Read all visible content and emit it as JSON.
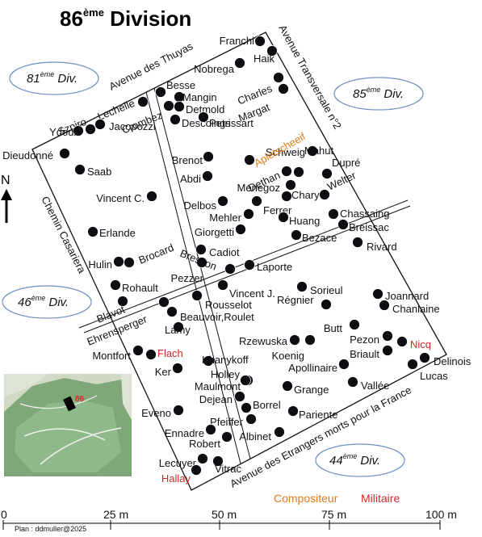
{
  "title": {
    "main": "86",
    "sup": "ème",
    "rest": " Division"
  },
  "neighbors": [
    {
      "id": "81",
      "num": "81",
      "sup": "ème",
      "word": " Div."
    },
    {
      "id": "85",
      "num": "85",
      "sup": "ème",
      "word": " Div."
    },
    {
      "id": "46",
      "num": "46",
      "sup": "ème",
      "word": " Div."
    },
    {
      "id": "44",
      "num": "44",
      "sup": "ème",
      "word": " Div."
    }
  ],
  "roads": {
    "thuyas": "Avenue des Thuyas",
    "transversale": "Avenue Transversale n°2",
    "casariera": "Chemin Casariera",
    "etrangers": "Avenue des Etrangers morts pour la France"
  },
  "north": "N",
  "inset_label": "86",
  "legend": {
    "compositeur": "Compositeur",
    "militaire": "Militaire"
  },
  "scale": {
    "ticks": [
      "0",
      "25 m",
      "50 m",
      "75 m",
      "100 m"
    ],
    "credit": "Plan : ddmuller@2025"
  },
  "colors": {
    "compositeur": "#e07b18",
    "militaire": "#d12a2a",
    "marker": "#0d0d12",
    "ellipse": "#6d90c4"
  },
  "graves": [
    {
      "name": "Franchi",
      "cat": "normal"
    },
    {
      "name": "Haik",
      "cat": "normal"
    },
    {
      "name": "Nobrega",
      "cat": "normal"
    },
    {
      "name": "Besse",
      "cat": "normal"
    },
    {
      "name": "Lechelle",
      "cat": "normal"
    },
    {
      "name": "Mangin",
      "cat": "normal"
    },
    {
      "name": "Charles",
      "cat": "normal"
    },
    {
      "name": "Margat",
      "cat": "normal"
    },
    {
      "name": "Crombez",
      "cat": "normal"
    },
    {
      "name": "Detmold",
      "cat": "normal"
    },
    {
      "name": "Szpiro",
      "cat": "normal"
    },
    {
      "name": "Jacopozzi",
      "cat": "normal"
    },
    {
      "name": "Descoings",
      "cat": "normal"
    },
    {
      "name": "Petrissart",
      "cat": "normal"
    },
    {
      "name": "Ydoux",
      "cat": "normal"
    },
    {
      "name": "Dieudonné",
      "cat": "normal"
    },
    {
      "name": "Schweig",
      "cat": "normal"
    },
    {
      "name": "Brenot",
      "cat": "normal"
    },
    {
      "name": "Apletscheeif",
      "cat": "compositeur"
    },
    {
      "name": "Mahut",
      "cat": "normal"
    },
    {
      "name": "Saab",
      "cat": "normal"
    },
    {
      "name": "Dethan",
      "cat": "normal"
    },
    {
      "name": "Dupré",
      "cat": "normal"
    },
    {
      "name": "Abdi",
      "cat": "normal"
    },
    {
      "name": "Menegoz",
      "cat": "normal"
    },
    {
      "name": "Chary",
      "cat": "normal"
    },
    {
      "name": "Welter",
      "cat": "normal"
    },
    {
      "name": "Vincent C.",
      "cat": "normal"
    },
    {
      "name": "Delbos",
      "cat": "normal"
    },
    {
      "name": "Ferrer",
      "cat": "normal"
    },
    {
      "name": "Chassaing",
      "cat": "normal"
    },
    {
      "name": "Mehler",
      "cat": "normal"
    },
    {
      "name": "Huang",
      "cat": "normal"
    },
    {
      "name": "Breissac",
      "cat": "normal"
    },
    {
      "name": "Giorgetti",
      "cat": "normal"
    },
    {
      "name": "Erlande",
      "cat": "normal"
    },
    {
      "name": "Bezace",
      "cat": "normal"
    },
    {
      "name": "Rivard",
      "cat": "normal"
    },
    {
      "name": "Cadiot",
      "cat": "normal"
    },
    {
      "name": "Brocard",
      "cat": "normal"
    },
    {
      "name": "Bresson",
      "cat": "normal"
    },
    {
      "name": "Hulin",
      "cat": "normal"
    },
    {
      "name": "Laporte",
      "cat": "normal"
    },
    {
      "name": "Pezzer",
      "cat": "normal"
    },
    {
      "name": "Rohault",
      "cat": "normal"
    },
    {
      "name": "Vincent J.",
      "cat": "normal"
    },
    {
      "name": "Sorieul",
      "cat": "normal"
    },
    {
      "name": "Joannard",
      "cat": "normal"
    },
    {
      "name": "Blavot",
      "cat": "normal"
    },
    {
      "name": "Régnier",
      "cat": "normal"
    },
    {
      "name": "Chanlaine",
      "cat": "normal"
    },
    {
      "name": "Rousselot",
      "cat": "normal"
    },
    {
      "name": "Ehrensperger",
      "cat": "normal"
    },
    {
      "name": "Beauvoir,Roulet",
      "cat": "normal"
    },
    {
      "name": "Lamy",
      "cat": "normal"
    },
    {
      "name": "Butt",
      "cat": "normal"
    },
    {
      "name": "Rzewuska",
      "cat": "normal"
    },
    {
      "name": "Pezon",
      "cat": "normal"
    },
    {
      "name": "Nicq",
      "cat": "militaire"
    },
    {
      "name": "Montfort",
      "cat": "normal"
    },
    {
      "name": "Flach",
      "cat": "militaire"
    },
    {
      "name": "Koenig",
      "cat": "normal"
    },
    {
      "name": "Briault",
      "cat": "normal"
    },
    {
      "name": "Delinois",
      "cat": "normal"
    },
    {
      "name": "Khanykoff",
      "cat": "normal"
    },
    {
      "name": "Apollinaire",
      "cat": "normal"
    },
    {
      "name": "Ker",
      "cat": "normal"
    },
    {
      "name": "Holley",
      "cat": "normal"
    },
    {
      "name": "Lucas",
      "cat": "normal"
    },
    {
      "name": "Vallée",
      "cat": "normal"
    },
    {
      "name": "Maulmont",
      "cat": "normal"
    },
    {
      "name": "Grange",
      "cat": "normal"
    },
    {
      "name": "Dejean",
      "cat": "normal"
    },
    {
      "name": "Borrel",
      "cat": "normal"
    },
    {
      "name": "Eveno",
      "cat": "normal"
    },
    {
      "name": "Pariente",
      "cat": "normal"
    },
    {
      "name": "Pfeiffer",
      "cat": "normal"
    },
    {
      "name": "Ennadre",
      "cat": "normal"
    },
    {
      "name": "Albinet",
      "cat": "normal"
    },
    {
      "name": "Robert",
      "cat": "normal"
    },
    {
      "name": "Lecuyer",
      "cat": "normal"
    },
    {
      "name": "Vitrac",
      "cat": "normal"
    },
    {
      "name": "Hallay",
      "cat": "militaire"
    }
  ]
}
